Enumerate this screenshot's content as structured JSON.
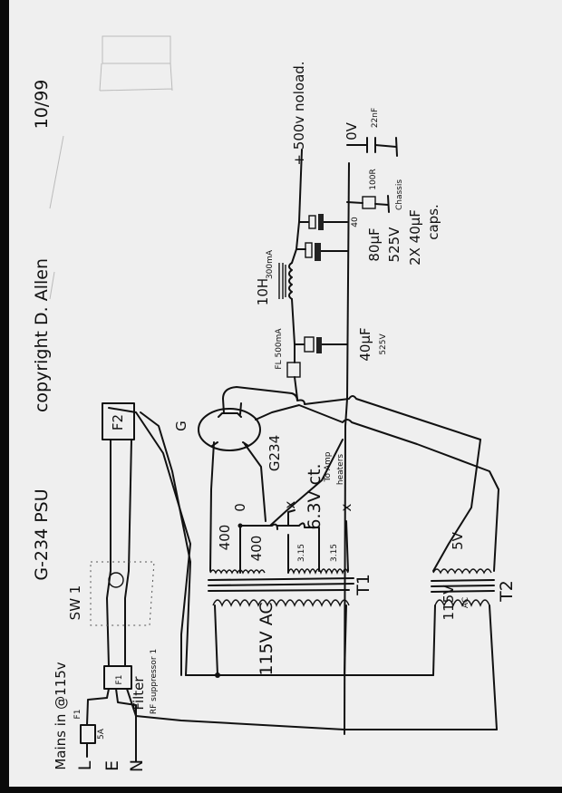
{
  "title": "G-234 PSU",
  "copyright": "copyright D. Allen",
  "date": "10/99",
  "output": {
    "label": "+ 500v noload."
  },
  "ground": {
    "zero_volts": "0V",
    "cap_22n": "22nF",
    "resistor": "100R",
    "chassis": "Chassis"
  },
  "filter_caps": {
    "cap_80": "80µF",
    "cap_80_voltage": "525V",
    "note": "2X 40µF",
    "note2": "caps.",
    "cap_40": "40µF",
    "cap_40_voltage": "525V",
    "pin_label": "40"
  },
  "choke": {
    "inductance": "10H",
    "current": "300mA"
  },
  "fuse_ht": {
    "label": "FL 500mA"
  },
  "rectifier": {
    "label": "G234",
    "pin": "G"
  },
  "heaters": {
    "voltage": "6.3V ct.",
    "note1": "To Amp",
    "note2": "heaters",
    "tap_x1": "x",
    "tap_x2": "x",
    "tap_zero": "0"
  },
  "transformer1": {
    "name": "T1",
    "sec_a": "400",
    "sec_b": "400",
    "heater_a": "3.15",
    "heater_b": "3.15",
    "primary": "115V AC"
  },
  "transformer2": {
    "name": "T2",
    "secondary": "5V",
    "primary": "115V",
    "primary2": "AC"
  },
  "switch": {
    "label": "SW 1"
  },
  "fuse_f2": {
    "label": "F2"
  },
  "filter": {
    "box": "F1",
    "label1": "Filter",
    "label2": "RF suppressor 1"
  },
  "mains": {
    "label": "Mains in @115v",
    "fuse": "F1",
    "fuse_rating": "5A",
    "live": "L",
    "earth": "E",
    "neutral": "N"
  }
}
